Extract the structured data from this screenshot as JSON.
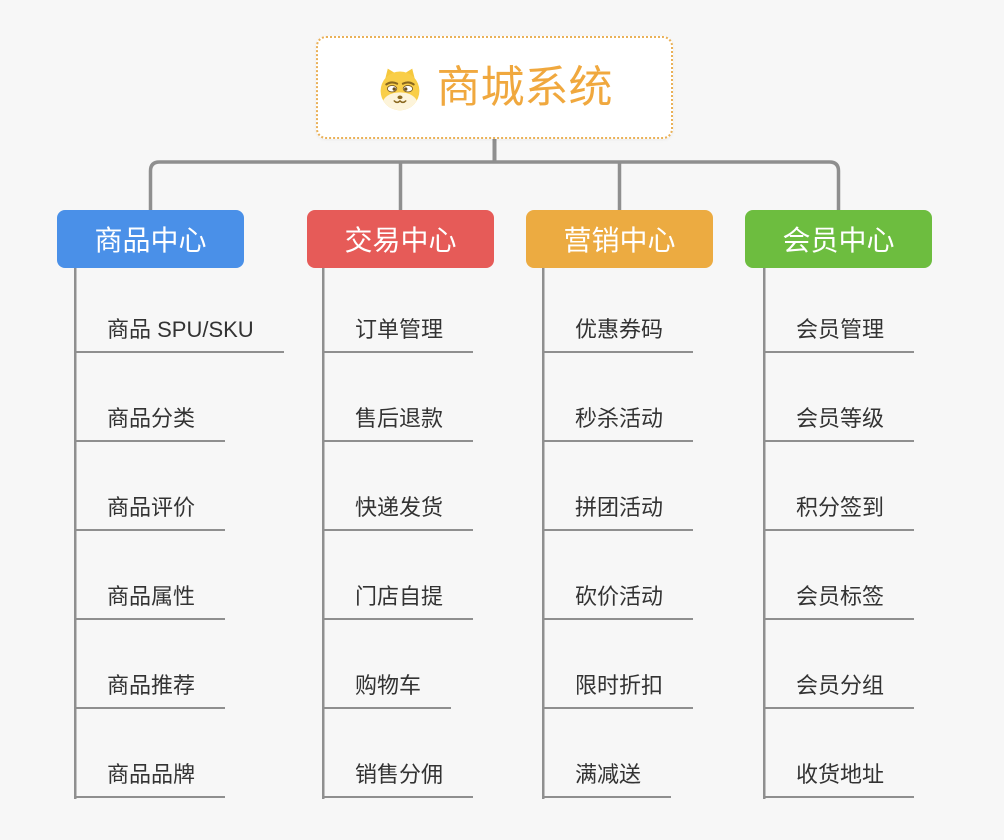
{
  "root": {
    "title": "商城系统",
    "icon": "dog-face-icon",
    "title_color": "#f0a83e",
    "border_color": "#eab158"
  },
  "branches": [
    {
      "label": "商品中心",
      "color": "#4a90e8",
      "items": [
        "商品 SPU/SKU",
        "商品分类",
        "商品评价",
        "商品属性",
        "商品推荐",
        "商品品牌"
      ]
    },
    {
      "label": "交易中心",
      "color": "#e65b58",
      "items": [
        "订单管理",
        "售后退款",
        "快递发货",
        "门店自提",
        "购物车",
        "销售分佣"
      ]
    },
    {
      "label": "营销中心",
      "color": "#ecab41",
      "items": [
        "优惠券码",
        "秒杀活动",
        "拼团活动",
        "砍价活动",
        "限时折扣",
        "满减送"
      ]
    },
    {
      "label": "会员中心",
      "color": "#6dbd3f",
      "items": [
        "会员管理",
        "会员等级",
        "积分签到",
        "会员标签",
        "会员分组",
        "收货地址"
      ]
    }
  ],
  "connector_color": "#8f8f8f",
  "leaf_text_color": "#333333",
  "background_color": "#f7f7f7"
}
